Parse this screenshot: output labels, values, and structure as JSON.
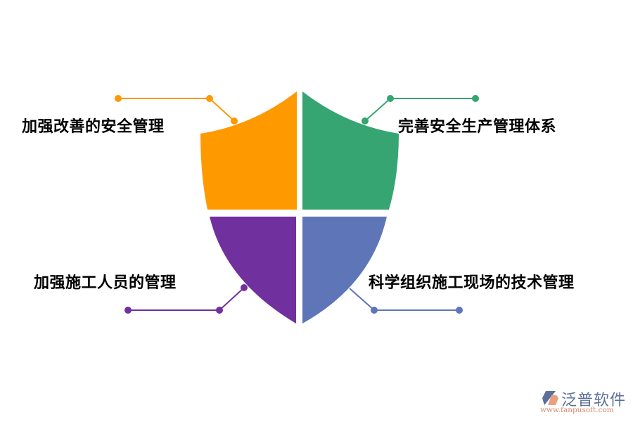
{
  "diagram": {
    "type": "shield-quadrant",
    "quadrants": [
      {
        "position": "top-left",
        "label": "加强改善的安全管理",
        "color": "#FF9900"
      },
      {
        "position": "top-right",
        "label": "完善安全生产管理体系",
        "color": "#36A572"
      },
      {
        "position": "bottom-left",
        "label": "加强施工人员的管理",
        "color": "#70309E"
      },
      {
        "position": "bottom-right",
        "label": "科学组织施工现场的技术管理",
        "color": "#5E76B8"
      }
    ]
  },
  "watermark": {
    "name": "泛普软件",
    "url": "www.fanpusoft.com",
    "name_color": "#5C6F9A",
    "url_color": "#D98A6C"
  }
}
